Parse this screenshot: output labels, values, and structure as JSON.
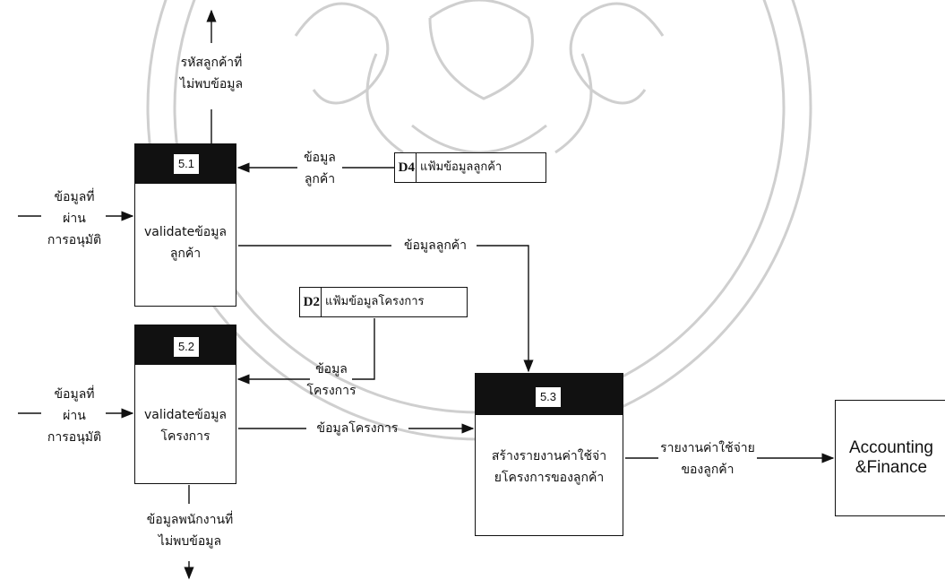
{
  "watermark": {
    "kind": "institutional seal",
    "color": "#c8c8c8"
  },
  "processes": [
    {
      "id": "5.1",
      "line1": "validateข้อมูล",
      "line2": "ลูกค้า"
    },
    {
      "id": "5.2",
      "line1": "validateข้อมูล",
      "line2": "โครงการ"
    },
    {
      "id": "5.3",
      "line1": "สร้างรายงานค่าใช้จ่า",
      "line2": "ยโครงการของลูกค้า"
    }
  ],
  "stores": [
    {
      "id": "D4",
      "name": "แฟ้มข้อมูลลูกค้า"
    },
    {
      "id": "D2",
      "name": "แฟ้มข้อมูลโครงการ"
    }
  ],
  "entity": {
    "line1": "Accounting",
    "line2": "&Finance"
  },
  "flows": {
    "approved_in_1": [
      "ข้อมูลที่",
      "ผ่าน",
      "การอนุมัติ"
    ],
    "approved_in_2": [
      "ข้อมูลที่",
      "ผ่าน",
      "การอนุมัติ"
    ],
    "customer_not_found": [
      "รหัสลูกค้าที่",
      "ไม่พบข้อมูล"
    ],
    "d4_to_51": [
      "ข้อมูล",
      "ลูกค้า"
    ],
    "p51_to_53": "ข้อมูลลูกค้า",
    "d2_to_52": [
      "ข้อมูล",
      "โครงการ"
    ],
    "p52_to_53": "ข้อมูลโครงการ",
    "employee_not_found": [
      "ข้อมูลพนักงานที่",
      "ไม่พบข้อมูล"
    ],
    "p53_to_entity": [
      "รายงานค่าใช้จ่าย",
      "ของลูกค้า"
    ]
  }
}
